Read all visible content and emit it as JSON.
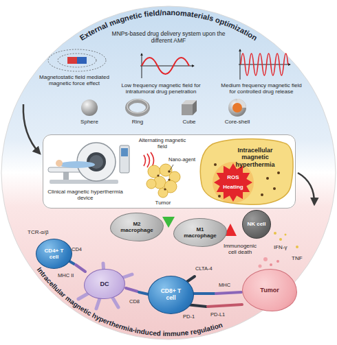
{
  "diagram": {
    "nodes": [
      {
        "text": [
          "Clinical magnetic hyperthermia device",
          "Alternating magnetic field",
          "Nano-agent",
          "Tumor"
        ]
      },
      {
        "text": [
          "Intracellular magnetic hyperthermia",
          "ROS",
          "Heating"
        ],
        "in": 0
      },
      {
        "text": [
          "M2 macrophage"
        ]
      },
      {
        "text": [
          "M1 macrophage"
        ]
      },
      {
        "text": [
          "NK cell"
        ]
      },
      {
        "text": [
          "CD4+ T cell"
        ]
      },
      {
        "text": [
          "DC"
        ]
      },
      {
        "text": [
          "CD8+ T cell"
        ]
      },
      {
        "text": [
          "Tumor"
        ]
      }
    ],
    "labels": [
      "External magnetic field/nanomaterials optimization",
      "MNPs-based drug delivery system upon the different AMF",
      "Magnetostatic field mediated magnetic force effect",
      "Low frequency magnetic field for intratumoral drug penetration",
      "Medium frequency magnetic field for controlled drug release",
      "Sphere",
      "Ring",
      "Cube",
      "Core-shell",
      "TCR-α/β",
      "CD4",
      "MHC II",
      "CD8",
      "Immunogenic cell death",
      "IFN-γ",
      "TNF",
      "CLTA-4",
      "PD-1",
      "MHC",
      "PD-L1",
      "Intracellular magnetic hyperthermia-induced immune regulation"
    ]
  }
}
